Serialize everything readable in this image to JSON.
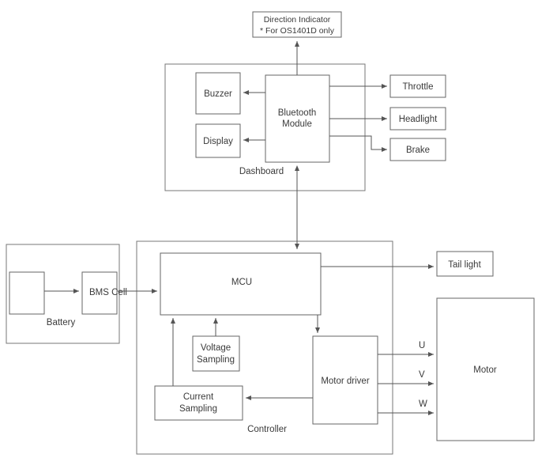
{
  "diagram": {
    "direction_indicator": {
      "line1": "Direction Indicator",
      "line2": "* For OS1401D only"
    },
    "dashboard": {
      "label": "Dashboard",
      "buzzer": "Buzzer",
      "display": "Display",
      "bluetooth": {
        "line1": "Bluetooth",
        "line2": "Module"
      }
    },
    "outputs": {
      "throttle": "Throttle",
      "headlight": "Headlight",
      "brake": "Brake",
      "tail_light": "Tail light"
    },
    "battery": {
      "label": "Battery",
      "bms": "BMS Cell"
    },
    "controller": {
      "label": "Controller",
      "mcu": "MCU",
      "voltage_sampling": {
        "line1": "Voltage",
        "line2": "Sampling"
      },
      "current_sampling": {
        "line1": "Current",
        "line2": "Sampling"
      },
      "motor_driver": "Motor driver"
    },
    "motor": {
      "label": "Motor",
      "phases": [
        "U",
        "V",
        "W"
      ]
    }
  }
}
